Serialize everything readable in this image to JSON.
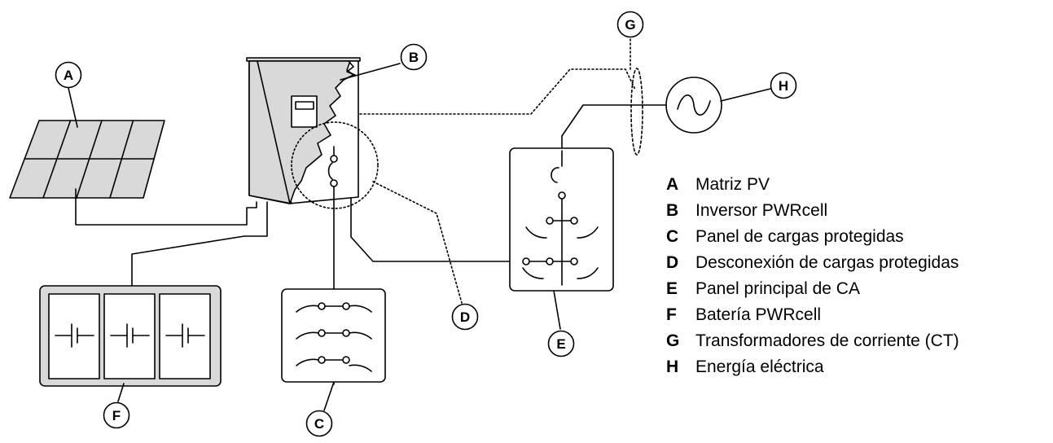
{
  "callouts": {
    "A": "A",
    "B": "B",
    "C": "C",
    "D": "D",
    "E": "E",
    "F": "F",
    "G": "G",
    "H": "H"
  },
  "legend": [
    {
      "key": "A",
      "label": "Matriz PV"
    },
    {
      "key": "B",
      "label": "Inversor PWRcell"
    },
    {
      "key": "C",
      "label": "Panel de cargas protegidas"
    },
    {
      "key": "D",
      "label": "Desconexión de cargas protegidas"
    },
    {
      "key": "E",
      "label": "Panel principal de CA"
    },
    {
      "key": "F",
      "label": "Batería PWRcell"
    },
    {
      "key": "G",
      "label": "Transformadores de corriente (CT)"
    },
    {
      "key": "H",
      "label": "Energía eléctrica"
    }
  ],
  "colors": {
    "line": "#000000",
    "component_fill": "#d9d9d9",
    "background": "#ffffff"
  }
}
